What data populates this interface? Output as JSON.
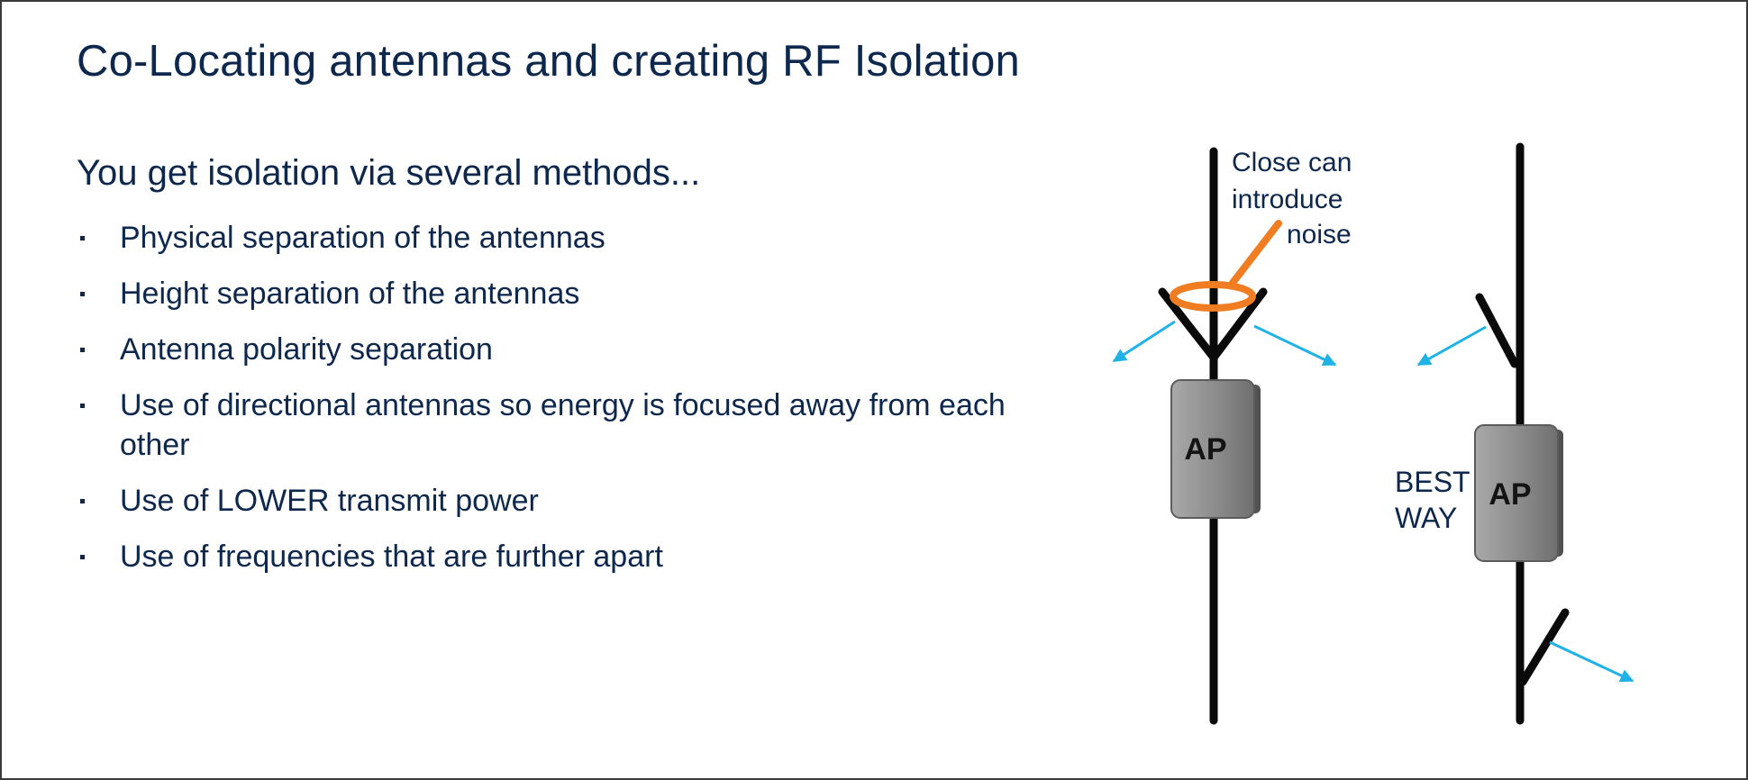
{
  "slide": {
    "title": "Co-Locating antennas and creating RF Isolation",
    "intro": "You get isolation via several methods...",
    "bullets": [
      "Physical separation of the antennas",
      "Height separation of the antennas",
      "Antenna polarity separation",
      "Use of directional antennas so energy is focused away from each other",
      "Use of LOWER transmit power",
      "Use of frequencies that are further apart"
    ]
  },
  "diagram": {
    "left_mount": {
      "ap_label": "AP",
      "callout_line1": "Close can",
      "callout_line2": "introduce",
      "callout_line3": "noise"
    },
    "right_mount": {
      "ap_label": "AP",
      "note_line1": "BEST",
      "note_line2": "WAY"
    }
  },
  "colors": {
    "text": "#0d274d",
    "pole": "#0a0a0a",
    "ap_body": "#8c8c8c",
    "arrow": "#1fb2e6",
    "callout": "#f07d22",
    "frame": "#3a3a3a"
  },
  "icons": [
    "access-point-icon",
    "antenna-icon",
    "signal-arrow-icon"
  ]
}
